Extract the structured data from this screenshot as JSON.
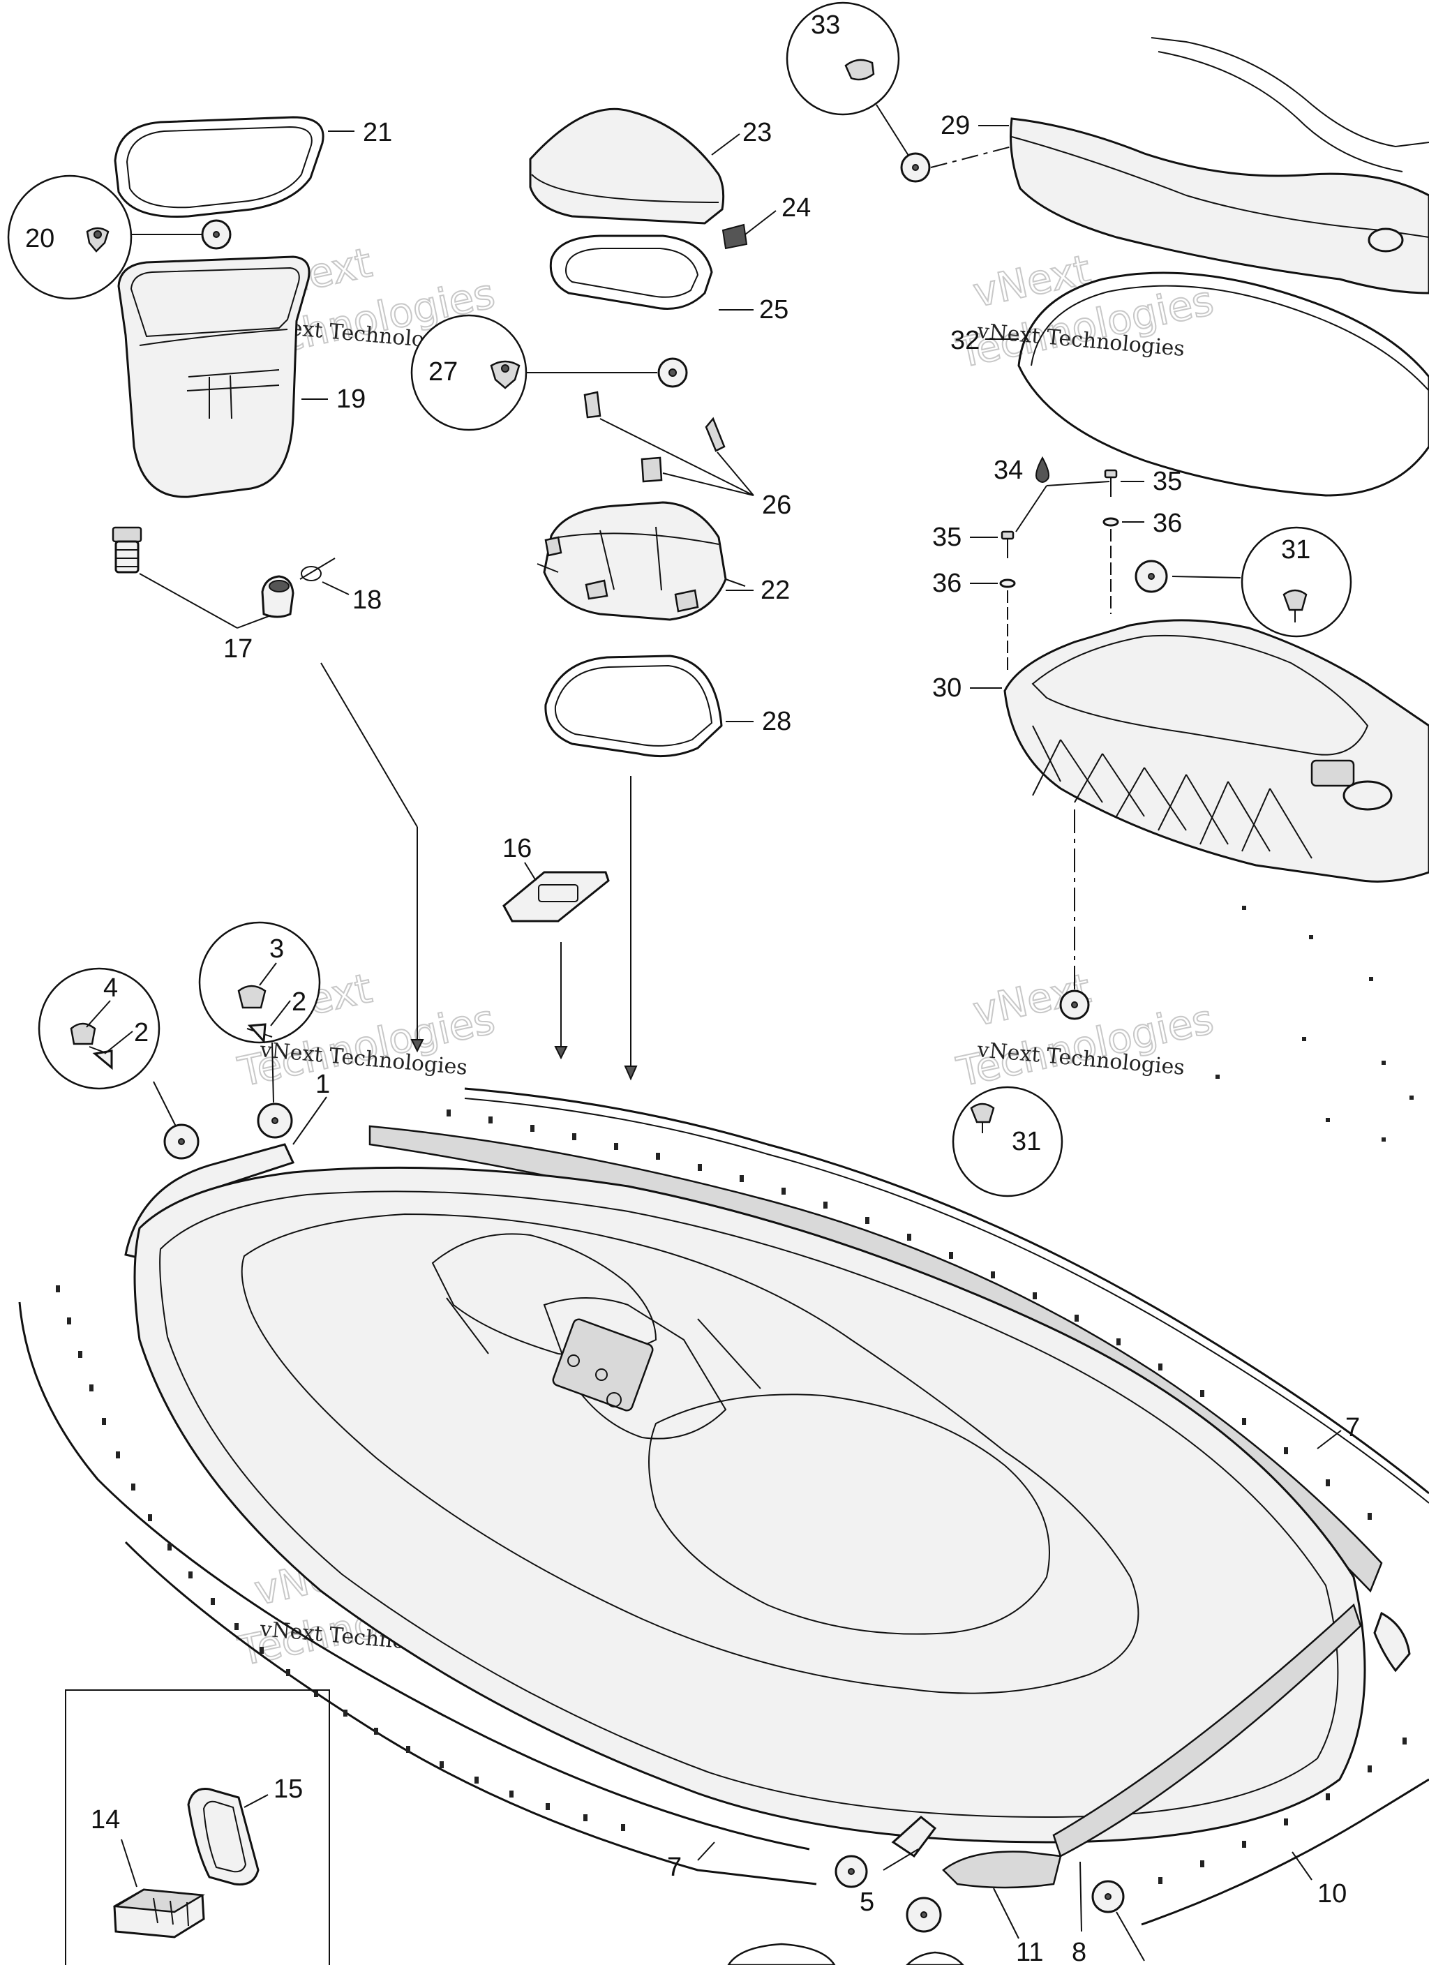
{
  "watermark": {
    "line1": "vNext Technologies",
    "line2": "vNext",
    "line3": "Technologies"
  },
  "callouts": {
    "c1": "1",
    "c2a": "2",
    "c2b": "2",
    "c3": "3",
    "c4": "4",
    "c5": "5",
    "c7a": "7",
    "c7b": "7",
    "c8": "8",
    "c10": "10",
    "c11": "11",
    "c14": "14",
    "c15": "15",
    "c16": "16",
    "c17": "17",
    "c18": "18",
    "c19": "19",
    "c20": "20",
    "c21": "21",
    "c22": "22",
    "c23": "23",
    "c24": "24",
    "c25": "25",
    "c26": "26",
    "c27": "27",
    "c28": "28",
    "c29": "29",
    "c30": "30",
    "c31a": "31",
    "c31b": "31",
    "c32": "32",
    "c33": "33",
    "c34": "34",
    "c35a": "35",
    "c35b": "35",
    "c36a": "36",
    "c36b": "36"
  },
  "icons": {
    "sealant": "drop-icon"
  }
}
